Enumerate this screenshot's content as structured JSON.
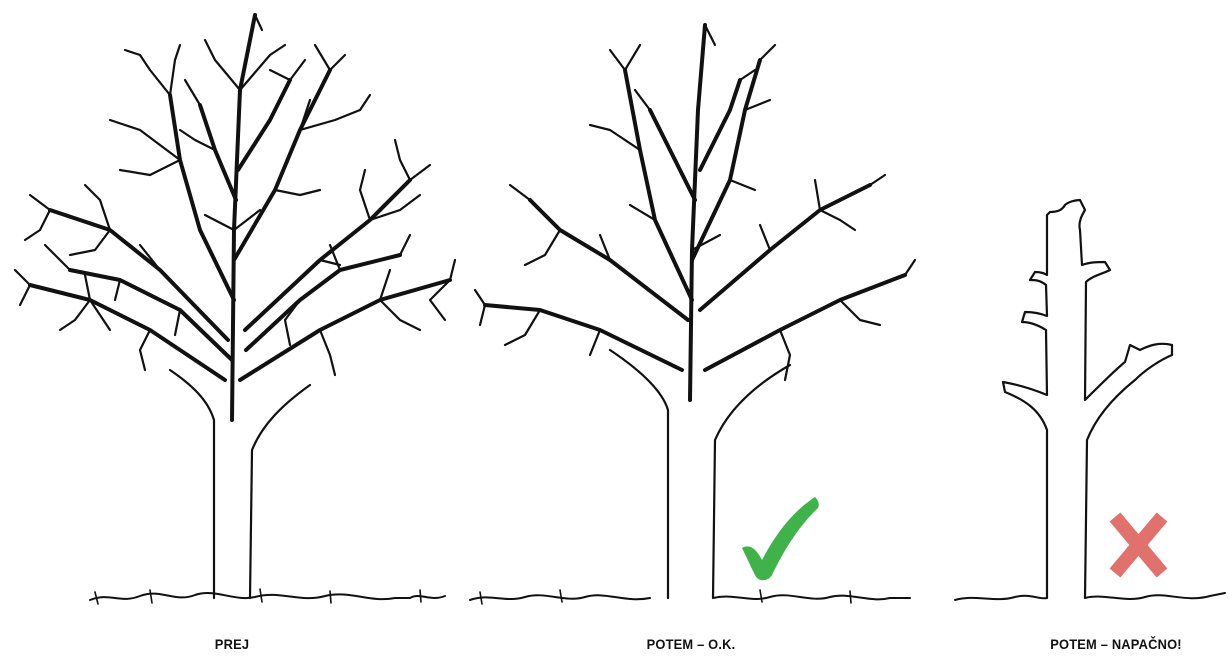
{
  "captions": {
    "before": "PREJ",
    "after_ok": "POTEM – O.K.",
    "after_wrong": "POTEM – NAPAČNO!"
  },
  "icons": {
    "ok": "checkmark-icon",
    "wrong": "cross-icon"
  },
  "colors": {
    "ink": "#111111",
    "check": "#3fb24a",
    "cross": "#e0716c"
  }
}
